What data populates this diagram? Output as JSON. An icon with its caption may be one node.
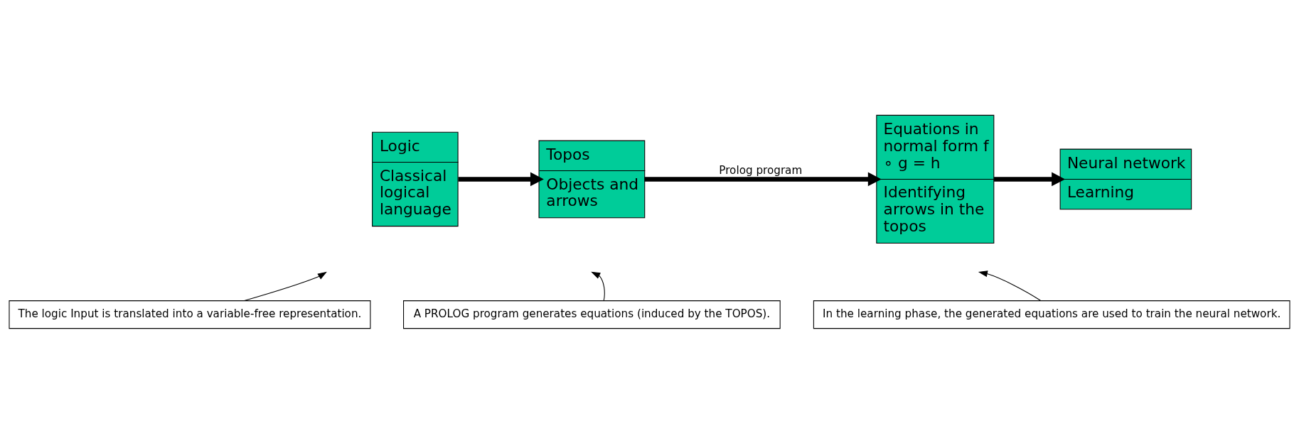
{
  "diagram": {
    "nodes": [
      {
        "text": [
          "Logic",
          "Classical logical language"
        ]
      },
      {
        "text": [
          "Topos",
          "Objects and arrows"
        ]
      },
      {
        "text": [
          "Equations in normal form f ∘ g = h",
          "Identifying arrows in the topos"
        ]
      },
      {
        "text": [
          "Neural network",
          "Learning"
        ]
      },
      {
        "text": [
          "The logic Input is translated into a variable-free representation."
        ]
      },
      {
        "text": [
          "A PROLOG program generates equations (induced by the TOPOS)."
        ]
      },
      {
        "text": [
          "In the learning phase, the generated equations are used to train the neural network."
        ]
      }
    ],
    "edges": [
      {
        "from": 0,
        "to": 1,
        "arrow": "to",
        "style": "thick"
      },
      {
        "from": 1,
        "to": 2,
        "arrow": "to",
        "style": "thick",
        "label": "Prolog program"
      },
      {
        "from": 2,
        "to": 3,
        "arrow": "to",
        "style": "thick"
      },
      {
        "from": 4,
        "to": null,
        "arrow": "to"
      },
      {
        "from": 5,
        "to": null,
        "arrow": "to"
      },
      {
        "from": 6,
        "to": null,
        "arrow": "to"
      }
    ]
  }
}
